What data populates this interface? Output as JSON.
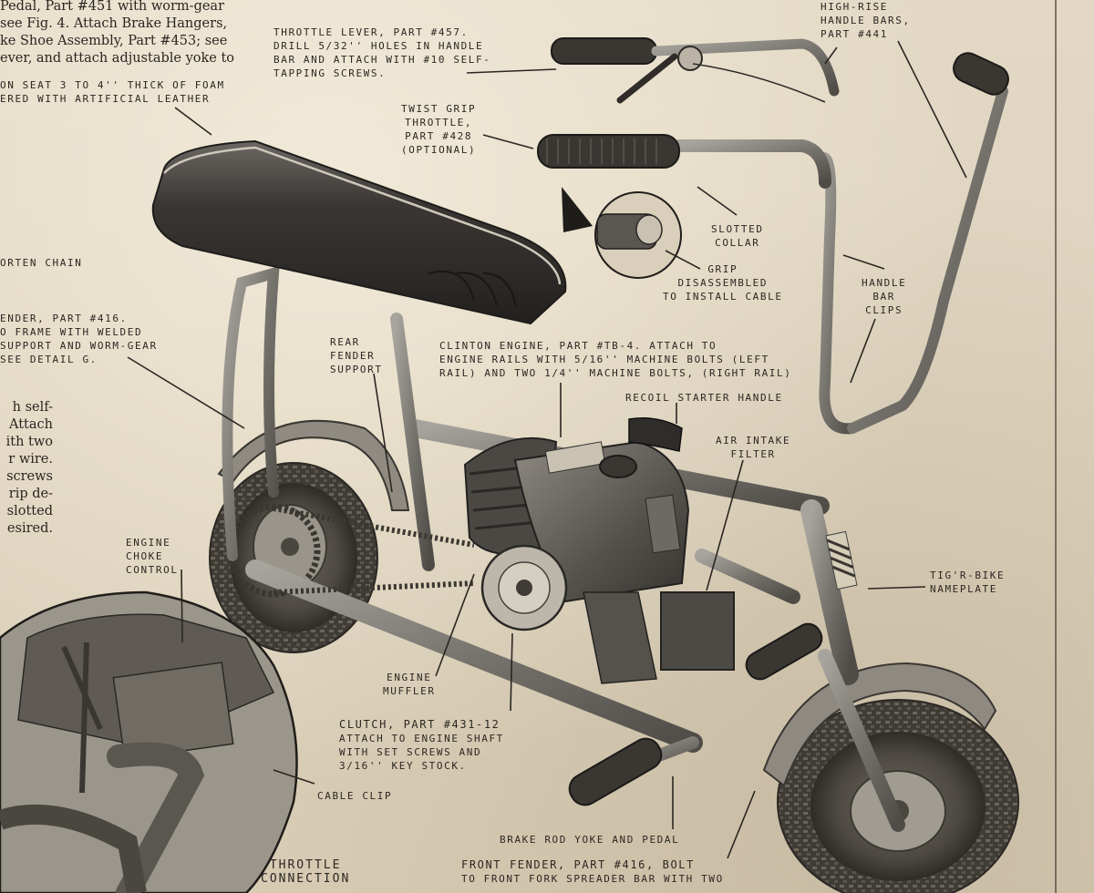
{
  "fragments": {
    "top_left": [
      "Pedal, Part #451 with worm-gear",
      "see Fig. 4. Attach Brake Hangers,",
      "ke Shoe Assembly, Part #453; see",
      "ever, and attach adjustable yoke to"
    ],
    "left_mid": [
      "h self-",
      "Attach",
      "ith two",
      "r wire.",
      "screws",
      "rip de-",
      "slotted",
      "esired."
    ]
  },
  "labels": {
    "throttle_lever": [
      "THROTTLE LEVER, PART #457.",
      "DRILL 5/32'' HOLES IN HANDLE",
      "BAR AND ATTACH WITH #10 SELF-",
      "TAPPING SCREWS."
    ],
    "high_rise": [
      "HIGH-RISE",
      "HANDLE BARS,",
      "PART #441"
    ],
    "foam_seat": [
      "ON SEAT 3 TO 4'' THICK OF FOAM",
      "ERED WITH ARTIFICIAL LEATHER"
    ],
    "twist_grip": [
      "TWIST GRIP",
      "THROTTLE,",
      "PART #428",
      "(OPTIONAL)"
    ],
    "slotted_collar": [
      "SLOTTED",
      "COLLAR"
    ],
    "grip_disassembled": [
      "GRIP",
      "DISASSEMBLED",
      "TO INSTALL CABLE"
    ],
    "handle_bar_clips": [
      "HANDLE",
      "BAR",
      "CLIPS"
    ],
    "shorten_chain": [
      "ORTEN CHAIN"
    ],
    "rear_fender": [
      "ENDER, PART #416.",
      "O FRAME WITH WELDED",
      "SUPPORT AND WORM-GEAR",
      "SEE DETAIL G."
    ],
    "rear_fender_support": [
      "REAR",
      "FENDER",
      "SUPPORT"
    ],
    "clinton_engine": [
      "CLINTON ENGINE, PART #TB-4. ATTACH TO",
      "ENGINE RAILS WITH 5/16'' MACHINE BOLTS (LEFT",
      "RAIL) AND TWO 1/4'' MACHINE BOLTS, (RIGHT RAIL)"
    ],
    "recoil_starter": [
      "RECOIL STARTER HANDLE"
    ],
    "air_intake": [
      "AIR INTAKE",
      "FILTER"
    ],
    "nameplate": [
      "TIG'R-BIKE",
      "NAMEPLATE"
    ],
    "engine_choke": [
      "ENGINE",
      "CHOKE",
      "CONTROL"
    ],
    "engine_muffler": [
      "ENGINE",
      "MUFFLER"
    ],
    "clutch": [
      "CLUTCH, PART #431-12",
      "ATTACH TO ENGINE SHAFT",
      "WITH SET SCREWS AND",
      "3/16'' KEY STOCK."
    ],
    "cable_clip": [
      "CABLE CLIP"
    ],
    "brake_rod": [
      "BRAKE ROD YOKE AND PEDAL"
    ],
    "throttle_connection": [
      "THROTTLE",
      "CONNECTION"
    ],
    "front_fender": [
      "FRONT FENDER, PART #416, BOLT",
      "TO FRONT FORK SPREADER BAR WITH TWO"
    ]
  },
  "colors": {
    "paper": "#ddd2bd",
    "ink": "#2b2722",
    "seat": "#3a3633",
    "metal": "#8d8a84",
    "tire": "#4a4640"
  }
}
